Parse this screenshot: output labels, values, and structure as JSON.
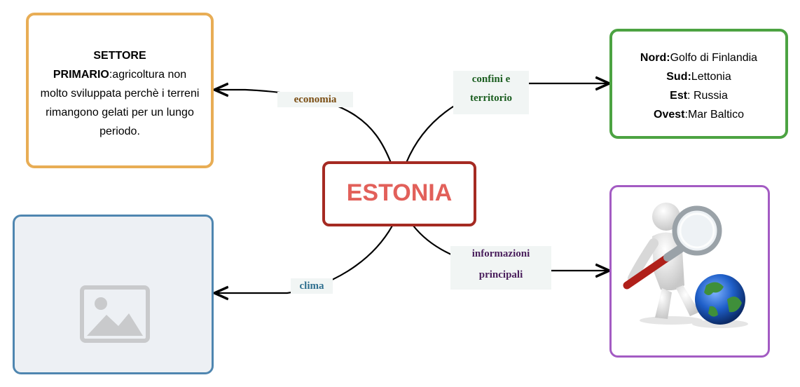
{
  "center": {
    "title": "ESTONIA"
  },
  "branches": {
    "economia": {
      "label": "economia",
      "color": "#7a4d12"
    },
    "confini": {
      "label_line1": "confini e",
      "label_line2": "territorio",
      "color": "#1b5e20"
    },
    "clima": {
      "label": "clima",
      "color": "#2f6f8f"
    },
    "informazioni": {
      "label_line1": "informazioni",
      "label_line2": "principali",
      "color": "#4a1f5c"
    }
  },
  "economia_box": {
    "line1": "SETTORE",
    "bold_part": "PRIMARIO",
    "text_part": ":agricoltura non",
    "line3": "molto sviluppata perchè i terreni",
    "line4": "rimangono gelati per un lungo",
    "line5": "periodo."
  },
  "confini_box": {
    "nord_key": "Nord:",
    "nord_val": "Golfo di Finlandia",
    "sud_key": "Sud:",
    "sud_val": "Lettonia",
    "est_key": "Est",
    "est_val": ": Russia",
    "ovest_key": "Ovest",
    "ovest_val": ":Mar Baltico"
  },
  "colors": {
    "center_border": "#a52a22",
    "center_text": "#e2605a",
    "economia_border": "#e8ad55",
    "confini_border": "#4ca342",
    "clima_border": "#4f86b0",
    "info_border": "#a35bc3",
    "connector": "#000000"
  },
  "icons": {
    "clima_image": "image-placeholder-icon",
    "info_image": "magnifier-figure-globe-icon"
  }
}
